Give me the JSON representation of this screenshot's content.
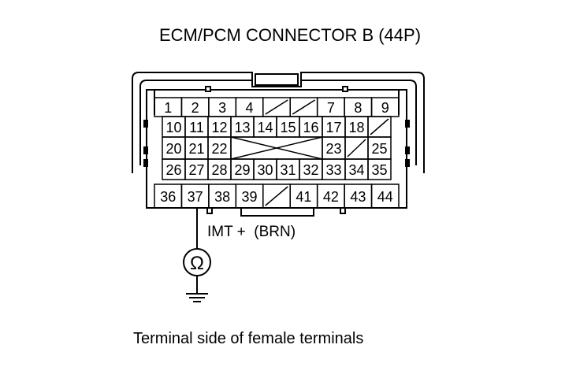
{
  "title": "ECM/PCM CONNECTOR B (44P)",
  "caption": "Terminal side of female terminals",
  "wire_label": "IMT +  (BRN)",
  "meter_symbol": "Ω",
  "meter_icon": "ohmmeter-icon",
  "ground_icon": "ground-icon",
  "connector": {
    "rows": [
      [
        "1",
        "2",
        "3",
        "4",
        "",
        "",
        "7",
        "8",
        "9"
      ],
      [
        "10",
        "11",
        "12",
        "13",
        "14",
        "15",
        "16",
        "17",
        "18",
        ""
      ],
      [
        "20",
        "21",
        "22",
        "",
        "",
        "",
        "",
        "23",
        "",
        "25"
      ],
      [
        "26",
        "27",
        "28",
        "29",
        "30",
        "31",
        "32",
        "33",
        "34",
        "35"
      ],
      [
        "36",
        "37",
        "38",
        "39",
        "",
        "41",
        "42",
        "43",
        "44"
      ]
    ],
    "probed_terminal": "37"
  }
}
